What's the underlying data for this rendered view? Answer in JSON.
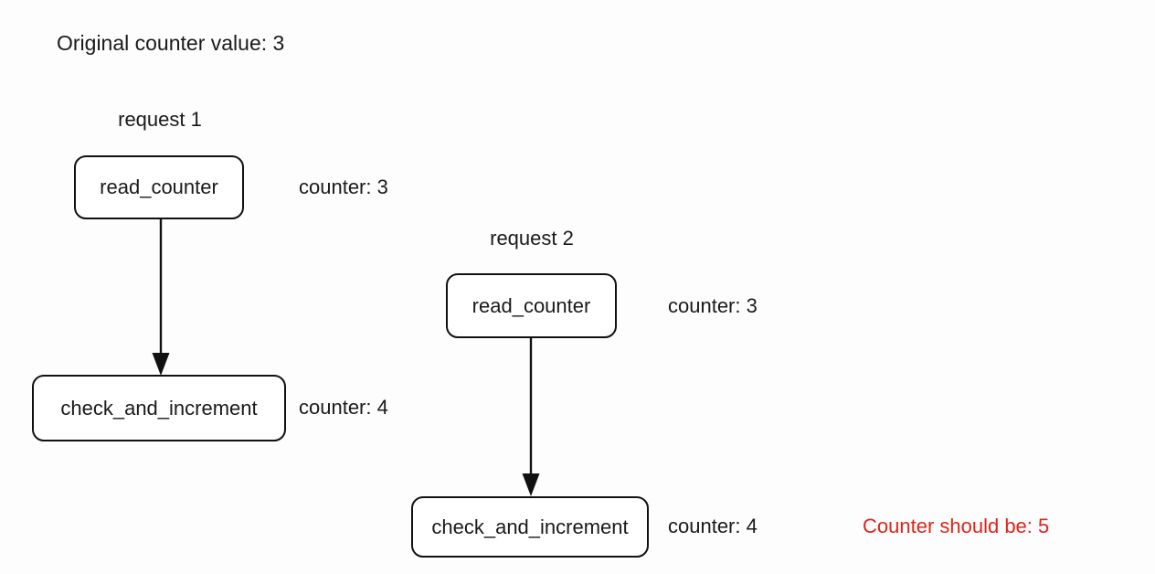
{
  "diagram": {
    "title": "Original counter value: 3",
    "background_color": "#fdfdfd",
    "stroke_color": "#111111",
    "text_color": "#1a1a1a",
    "warning_color": "#e0241a",
    "groups": [
      {
        "name": "request-1",
        "label": "request 1",
        "steps": [
          {
            "name": "read-counter",
            "box_label": "read_counter",
            "side_label": "counter: 3"
          },
          {
            "name": "check-and-increment",
            "box_label": "check_and_increment",
            "side_label": "counter: 4"
          }
        ],
        "connector": {
          "name": "arrow-request-1",
          "type": "arrow-down"
        }
      },
      {
        "name": "request-2",
        "label": "request 2",
        "steps": [
          {
            "name": "read-counter",
            "box_label": "read_counter",
            "side_label": "counter: 3"
          },
          {
            "name": "check-and-increment",
            "box_label": "check_and_increment",
            "side_label": "counter: 4"
          }
        ],
        "connector": {
          "name": "arrow-request-2",
          "type": "arrow-down"
        }
      }
    ],
    "annotation": "Counter should be: 5"
  }
}
